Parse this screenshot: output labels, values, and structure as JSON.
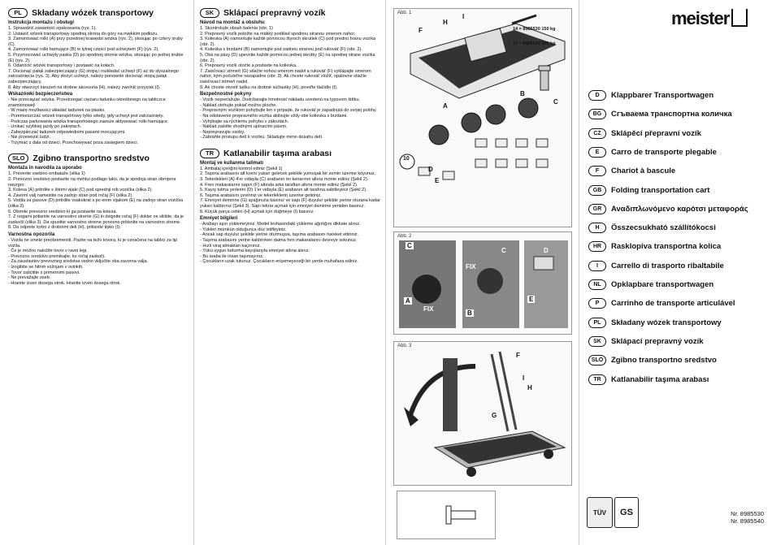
{
  "pl": {
    "code": "PL",
    "title": "Składany wózek transportowy",
    "sub1": "Instrukcja montażu i obsługi",
    "steps": [
      "1. Sprawdzić zawartość opakowania (rys. 1).",
      "2. Ustawić wózek transportowy spodnią stroną do góry na miękkim podłożu.",
      "3. Zamontować rolki (A) przy przedniej krawędzi wózka (rys. 2), stosując po cztery śruby (C).",
      "4. Zamontować rolki hamujące (B) w tylnej części pod uchwytem (F) (rys. 2).",
      "5. Przymocować uchwyty paska (D) po spodniej stronie wózka, stosując po jednej śrubie (E) (rys. 2).",
      "6. Odwrócić wózek transportowy i postawić na kołach.",
      "7. Docisnąć pałąk zabezpieczający (G) stopą i rozkładać uchwyt (F) aż do słyszalnego zatrzaśnięcia (rys. 3). Aby złożyć uchwyt, należy ponownie docisnąć stopą pałąk zabezpieczający.",
      "8. Aby otworzyć kieszeń na drobne akcesoria (H), należy zwolnić przycisk (I)."
    ],
    "sub2": "Wskazówki bezpieczeństwa",
    "safety": [
      "- Nie przeciążać wózka. Przestrzegać ciężaru ładunku określonego na tabliczce znamionowej!",
      "- W miarę możliwości układać ładunek na płasko.",
      "- Przemieszczać wózek transportowy tylko wtedy, gdy uchwyt jest zatrzaśnięty.",
      "- Podczas parkowania wózka transportowego zawsze aktywować rolki hamujące.",
      "- Unikać szybkiej jazdy po zakrętach.",
      "- Zabezpieczać ładunek odpowiednimi pasami mocującymi.",
      "- Nie przewozić ludzi.",
      "- Trzymać z dala od dzieci. Przechowywać poza zasięgiem dzieci."
    ]
  },
  "slo": {
    "code": "SLO",
    "title": "Zgibno transportno sredstvo",
    "sub1": "Montaža in navodila za uporabo",
    "steps": [
      "1. Preverite vsebino embalaže (slika 1)",
      "2. Prevozno sredstvo postavite na mehko podlago tako, da je spodnja stran obrnjena navzgor.",
      "3. Kolesa (A) pritrdite s štirimi vijaki (C) pod sprednji rob vozička (slika 2).",
      "4. Zavorni valj namestite na zadnjo stran pod ročaj (F) (slika 2).",
      "5. Vodila za pasove (D) pritrdite vsakokrat s po enim vijakom (E) na zadnjo stran vozička (slika 2).",
      "6. Obrnite prevozno sredstvo ki ga postavite na kolesa.",
      "7. Z nogami pritisnite na varnostno streme (G) in dvignite ročaj (F) dokler ne sliišite, da je zaskočil (slika 3). Da spustite varnostno streme ponovno pritisnite na varnostno streme.",
      "8. Da odprete torbo z drobnimi deli (H), pritisnite tipko (I)."
    ],
    "sub2": "Varnostna opozorila",
    "safety": [
      "- Vozila ne smete preobremeniti. Pazite na težo tovora, ki je označena na tablici za tip vozila.",
      "- Če je možno naložite tovor v ravni legi.",
      "- Prevozno sredstvo premikajte, ko ročaj zaskoči.",
      "- Za zaustavitev prevozneg sredstva vedno vključite oba zavorna valja.",
      "- Izogibite se hitrim vožnjam v ovinkih.",
      "- Tovor zašćitite s primernimi pasovi.",
      "- Ne prevažajte oseb.",
      "- Hranite izven dosega otrok. Hranite izven dosega otrok."
    ]
  },
  "sk": {
    "code": "SK",
    "title": "Sklápací prepravný vozík",
    "sub1": "Návod na montáž a obsluhu",
    "steps": [
      "1. Skontrolujte obsah balenia (obr. 1)",
      "2. Prepravný vozík položte na mäkký podklad spodnou stranou smerom nahor.",
      "3. Kolieska (A) namontujte každé pomocou štyroch skrutiek (C) pod prednú hranu vozíka (obr. 2).",
      "4. Kolieska s brzdami (B) namontujte pod zadnou stranou pod rukoväť (F) (obr. 2).",
      "5. Oká na pásy (D) upevnite každé pomocou jednej skrutky (E) na spodnej strane vozíka (obr. 2).",
      "6. Prepravný vozík otočte a postavte na kolieska.",
      "7. Zaisťovací strmeň (G) stlačte nohou smerom nadol a rukoväť (F) vyklápajte smerom nahor, kým počuteľne nezapadne (obr. 3). Ak chcete rukoväť zložiť, opätovne stlačte zaisťovací strmeň nadol.",
      "8. Ak chcete otvoriť tašku na drobné súčiastky (H), povoľte tlačidlo (I)."
    ],
    "sub2": "Bezpečnostné pokyny",
    "safety": [
      "- Vozík nepreťažujte. Dodržiavajte hmotnosť nákladu uvedenú na typovom štítku.",
      "- Náklad stohujte pokiaľ možno ploche.",
      "- Prepravným vozíkom pohybujte len v prípade, že rukoväť je zapadnutá do svojej polohy.",
      "- Na odstavenie prepravného vozíka aktivujte vždy obe kolieska s brzdami.",
      "- Vyhýbajte sa rýchlemu pohybu v zákrutách.",
      "- Náklad zaistite vhodnými upínacími pásmi.",
      "- Neprepravujte osoby.",
      "- Zabráňte prístupu detí k vozíku. Skladujte mimo dosahu detí."
    ]
  },
  "tr": {
    "code": "TR",
    "title": "Katlanabilir taşıma arabası",
    "sub1": "Montaj ve kullanma talimatı",
    "steps": [
      "1. Ambalaj içeriğini kontrol ediniz (Şekil 1)",
      "2. Taşıma arabasını alt kısmı yukarı gelecek şekilde yumuşak bir zemin üzerine koyunuz.",
      "3. Tekerlekleri (A) 4'er vidayla (C) arabanın ön kenarının altına monte ediniz (Şekil 2).",
      "4. Fren makaralarını sapın (F) altında arka taraftan altına monte ediniz (Şekil 2).",
      "5. Kayış tutma yerlerini (D) 1'er vidayla (E) arabanın alt tarafına sabitleyiniz (Şekil 2).",
      "6. Taşıma arabasını çeviriniz ve tekerleklerin üzerine getiriniz.",
      "7. Emniyet demirine (G) ayağınızla basınız ve sapı (F) duyulur şekilde yerine oturana kadar yukarı kaldırınız (Şekil 3). Sapı tekrar açmak için emniyet demirine yeniden basınız.",
      "8. Küçük parça cebini (H) açmak için düğmeye (I) basınız."
    ],
    "sub2": "Emniyet bilgileri",
    "safety": [
      "- Arabayı aşırı yüklemeyiniz. Model levhasındaki yükleme ağırlığını dikkate alınız.",
      "- Yükleri mümkün olduğunca düz istifleyiniz.",
      "- Ancak sap duyulur şekilde yerine oturmuşsa, taşıma arabasını hareket ettiriniz.",
      "- Taşıma arabasını yerine kaldırırken daima fren makaralarını devreye sokunuz.",
      "- Hızlı viraj almaktan kaçınınız.",
      "- Yükü uygun tutturma kayışlarıyla emniyet altına alınız.",
      "- Bu araba ile insan taşımayınız.",
      "- Çocukların uzak tutunuz. Çocukların erişemeyeceği bir yerde muhafaza ediniz."
    ]
  },
  "figs": {
    "abb1": "Abb. 1",
    "abb2": "Abb. 2",
    "abb3": "Abb. 3",
    "spec1": "14 = 8985530 150 kg",
    "spec2": "17 = 8985540 300 kg",
    "fix": "FIX",
    "screw_count": "10",
    "letters": [
      "A",
      "B",
      "C",
      "D",
      "E",
      "F",
      "G",
      "H",
      "I"
    ]
  },
  "brand": {
    "name": "meister"
  },
  "languages": [
    {
      "code": "D",
      "name": "Klappbarer Transportwagen"
    },
    {
      "code": "BG",
      "name": "Сгъваема транспортна количка"
    },
    {
      "code": "CZ",
      "name": "Sklápěcí přepravní vozík"
    },
    {
      "code": "E",
      "name": "Carro de transporte plegable"
    },
    {
      "code": "F",
      "name": "Chariot à bascule"
    },
    {
      "code": "GB",
      "name": "Folding transportation cart"
    },
    {
      "code": "GR",
      "name": "Αναδιπλωνόμενο καρότσι μεταφοράς"
    },
    {
      "code": "H",
      "name": "Összecsukható szállítókocsi"
    },
    {
      "code": "HR",
      "name": "Rasklopiva transportna kolica"
    },
    {
      "code": "I",
      "name": "Carrello di trasporto ribaltabile"
    },
    {
      "code": "NL",
      "name": "Opklapbare transportwagen"
    },
    {
      "code": "P",
      "name": "Carrinho de transporte articulável"
    },
    {
      "code": "PL",
      "name": "Składany wózek transportowy"
    },
    {
      "code": "SK",
      "name": "Sklápací prepravný vozík"
    },
    {
      "code": "SLO",
      "name": "Zgibno transportno sredstvo"
    },
    {
      "code": "TR",
      "name": "Katlanabilir taşıma arabası"
    }
  ],
  "cert": {
    "tuv": "TÜV",
    "gs": "GS"
  },
  "article": {
    "nr1": "Nr. 8985530",
    "nr2": "Nr. 8985540"
  }
}
